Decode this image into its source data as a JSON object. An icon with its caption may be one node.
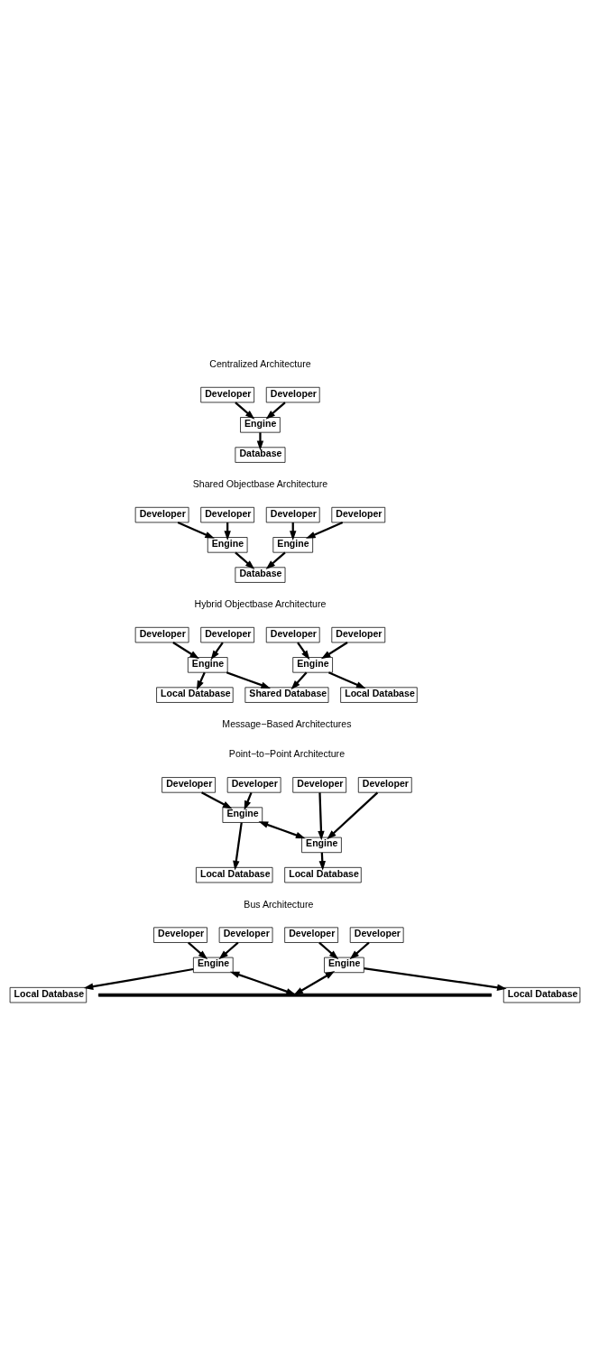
{
  "diagram": {
    "nodes": [
      {
        "text": [
          "Developer"
        ]
      },
      {
        "text": [
          "Developer"
        ]
      },
      {
        "text": [
          "Engine"
        ]
      },
      {
        "text": [
          "Database"
        ]
      },
      {
        "text": [
          "Developer"
        ]
      },
      {
        "text": [
          "Developer"
        ]
      },
      {
        "text": [
          "Developer"
        ]
      },
      {
        "text": [
          "Developer"
        ]
      },
      {
        "text": [
          "Engine"
        ]
      },
      {
        "text": [
          "Engine"
        ]
      },
      {
        "text": [
          "Database"
        ]
      },
      {
        "text": [
          "Developer"
        ]
      },
      {
        "text": [
          "Developer"
        ]
      },
      {
        "text": [
          "Developer"
        ]
      },
      {
        "text": [
          "Developer"
        ]
      },
      {
        "text": [
          "Engine"
        ]
      },
      {
        "text": [
          "Engine"
        ]
      },
      {
        "text": [
          "Local Database"
        ]
      },
      {
        "text": [
          "Shared Database"
        ]
      },
      {
        "text": [
          "Local Database"
        ]
      },
      {
        "text": [
          "Developer"
        ]
      },
      {
        "text": [
          "Developer"
        ]
      },
      {
        "text": [
          "Developer"
        ]
      },
      {
        "text": [
          "Developer"
        ]
      },
      {
        "text": [
          "Engine"
        ]
      },
      {
        "text": [
          "Engine"
        ]
      },
      {
        "text": [
          "Local Database"
        ]
      },
      {
        "text": [
          "Local Database"
        ]
      },
      {
        "text": [
          "Developer"
        ]
      },
      {
        "text": [
          "Developer"
        ]
      },
      {
        "text": [
          "Developer"
        ]
      },
      {
        "text": [
          "Developer"
        ]
      },
      {
        "text": [
          "Engine"
        ]
      },
      {
        "text": [
          "Engine"
        ]
      },
      {
        "text": [
          "Local Database"
        ]
      },
      {
        "text": [
          "Local Database"
        ]
      },
      {
        "text": [],
        "shape": "bar"
      }
    ],
    "edges": [
      {
        "from": 0,
        "to": 2,
        "arrow": "to"
      },
      {
        "from": 1,
        "to": 2,
        "arrow": "to"
      },
      {
        "from": 2,
        "to": 3,
        "arrow": "to"
      },
      {
        "from": 4,
        "to": 8,
        "arrow": "to"
      },
      {
        "from": 5,
        "to": 8,
        "arrow": "to"
      },
      {
        "from": 6,
        "to": 9,
        "arrow": "to"
      },
      {
        "from": 7,
        "to": 9,
        "arrow": "to"
      },
      {
        "from": 8,
        "to": 10,
        "arrow": "to"
      },
      {
        "from": 9,
        "to": 10,
        "arrow": "to"
      },
      {
        "from": 11,
        "to": 15,
        "arrow": "to"
      },
      {
        "from": 12,
        "to": 15,
        "arrow": "to"
      },
      {
        "from": 13,
        "to": 16,
        "arrow": "to"
      },
      {
        "from": 14,
        "to": 16,
        "arrow": "to"
      },
      {
        "from": 15,
        "to": 17,
        "arrow": "to"
      },
      {
        "from": 15,
        "to": 18,
        "arrow": "to"
      },
      {
        "from": 16,
        "to": 18,
        "arrow": "to"
      },
      {
        "from": 16,
        "to": 19,
        "arrow": "to"
      },
      {
        "from": 20,
        "to": 24,
        "arrow": "to"
      },
      {
        "from": 21,
        "to": 24,
        "arrow": "to"
      },
      {
        "from": 22,
        "to": 25,
        "arrow": "to"
      },
      {
        "from": 23,
        "to": 25,
        "arrow": "to"
      },
      {
        "from": 24,
        "to": 25,
        "arrow": "both"
      },
      {
        "from": 24,
        "to": 26,
        "arrow": "to"
      },
      {
        "from": 25,
        "to": 27,
        "arrow": "to"
      },
      {
        "from": 28,
        "to": 32,
        "arrow": "to"
      },
      {
        "from": 29,
        "to": 32,
        "arrow": "to"
      },
      {
        "from": 30,
        "to": 33,
        "arrow": "to"
      },
      {
        "from": 31,
        "to": 33,
        "arrow": "to"
      },
      {
        "from": 32,
        "to": 34,
        "arrow": "to"
      },
      {
        "from": 33,
        "to": 35,
        "arrow": "to"
      },
      {
        "from": 32,
        "to": 36,
        "arrow": "both"
      },
      {
        "from": 33,
        "to": 36,
        "arrow": "both"
      }
    ],
    "labels": [
      "Centralized Architecture",
      "Shared Objectbase Architecture",
      "Hybrid Objectbase Architecture",
      "Message−Based Architectures",
      "Point−to−Point Architecture",
      "Bus Architecture"
    ]
  }
}
